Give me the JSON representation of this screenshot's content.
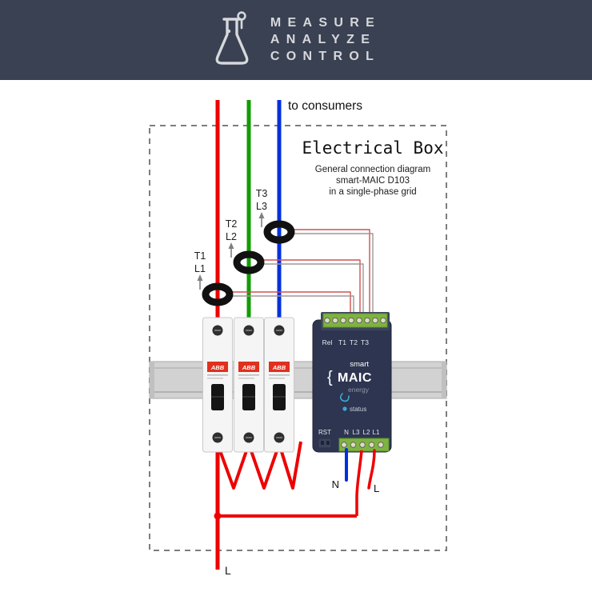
{
  "header": {
    "lines": [
      "MEASURE",
      "ANALYZE",
      "CONTROL"
    ],
    "bg_color": "#3a4152"
  },
  "diagram": {
    "to_consumers": "to consumers",
    "title": "Electrical Box",
    "subtitle": [
      "General connection diagram",
      "smart-MAIC D103",
      "in a single-phase grid"
    ],
    "cts": [
      {
        "t": "T1",
        "l": "L1"
      },
      {
        "t": "T2",
        "l": "L2"
      },
      {
        "t": "T3",
        "l": "L3"
      }
    ],
    "breaker_brand": "ABB",
    "device": {
      "top_labels": [
        "Rel",
        "T1",
        "T2",
        "T3"
      ],
      "logo_top": "smart",
      "logo_main": "MAIC",
      "logo_sub": "energy",
      "status_label": "status",
      "bottom_labels": [
        "RST",
        "N",
        "L3",
        "L2",
        "L1"
      ]
    },
    "wire_labels": {
      "neutral": "N",
      "line_right": "L",
      "line_bottom": "L"
    },
    "colors": {
      "wire_red": "#ee0000",
      "wire_green": "#0f9d00",
      "wire_blue": "#0030dd",
      "device_body": "#2d3550",
      "terminal_green": "#7fb341",
      "brand_bg": "#3a4152"
    }
  }
}
